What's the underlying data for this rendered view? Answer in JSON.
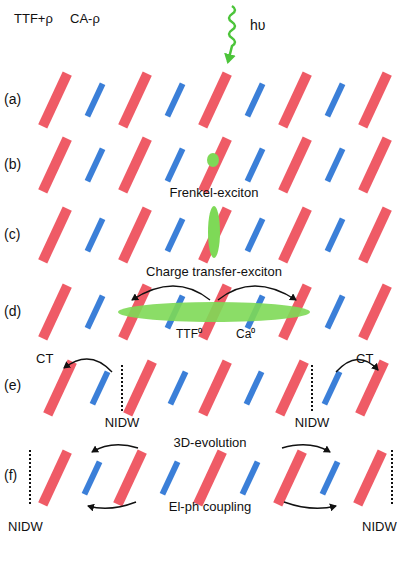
{
  "diagram": {
    "labels": [
      "TTF+ρ",
      "CA-ρ",
      "hυ",
      "(a)",
      "(b)",
      "(c)",
      "(d)",
      "(e)",
      "(f)",
      "Frenkel-exciton",
      "Charge transfer-exciton",
      "TTF⁰",
      "Ca⁰",
      "CT",
      "CT",
      "NIDW",
      "NIDW",
      "3D-evolution",
      "El-ph coupling",
      "NIDW",
      "NIDW"
    ]
  }
}
